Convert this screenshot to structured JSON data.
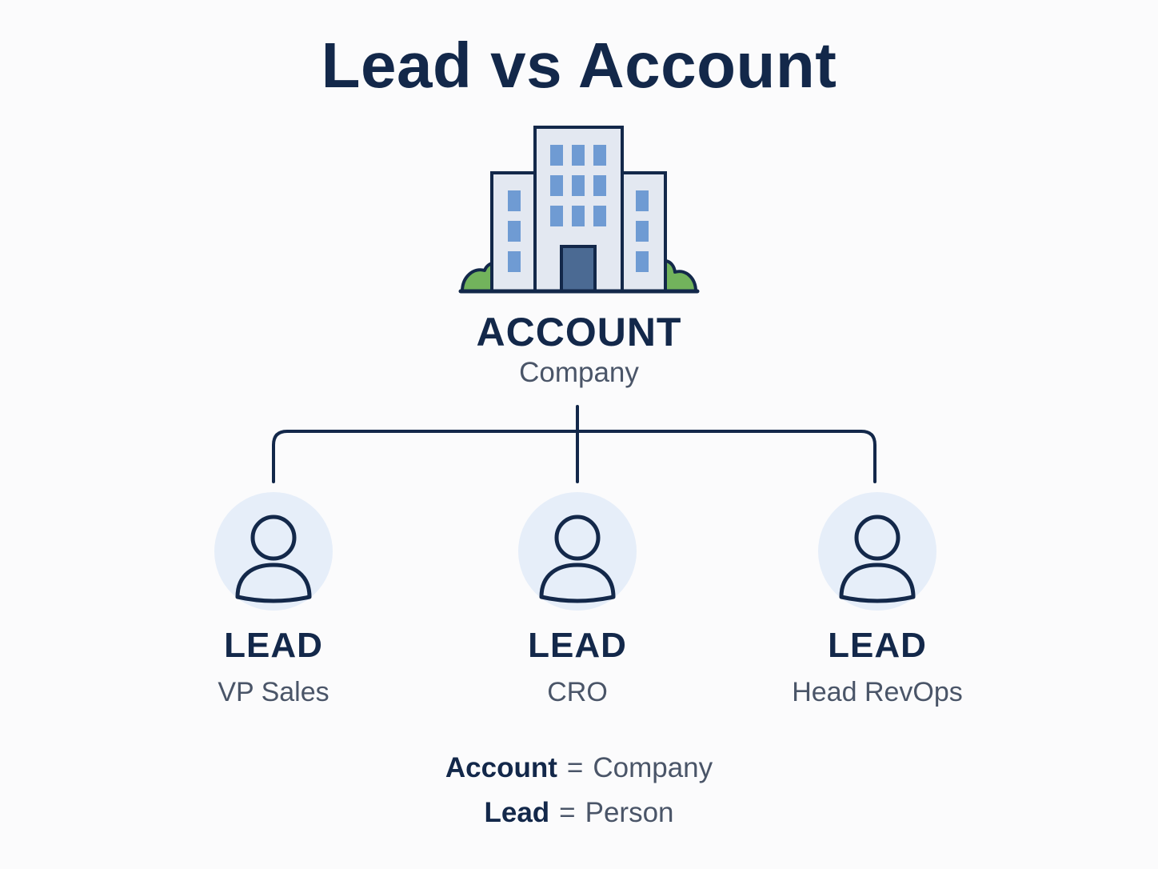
{
  "title": "Lead vs Account",
  "account": {
    "label": "ACCOUNT",
    "subtitle": "Company",
    "icon": "office-building-icon"
  },
  "leads": [
    {
      "label": "LEAD",
      "role": "VP Sales",
      "icon": "person-icon"
    },
    {
      "label": "LEAD",
      "role": "CRO",
      "icon": "person-icon"
    },
    {
      "label": "LEAD",
      "role": "Head RevOps",
      "icon": "person-icon"
    }
  ],
  "legend": [
    {
      "term": "Account",
      "equals": "=",
      "definition": "Company"
    },
    {
      "term": "Lead",
      "equals": "=",
      "definition": "Person"
    }
  ],
  "colors": {
    "navy": "#13284a",
    "gray_text": "#4a5568",
    "avatar_bg": "#e6eef9",
    "window_blue": "#6f9bd3",
    "building_fill": "#e3e8f1",
    "door": "#4b6a93",
    "bush_green": "#72b35c"
  }
}
